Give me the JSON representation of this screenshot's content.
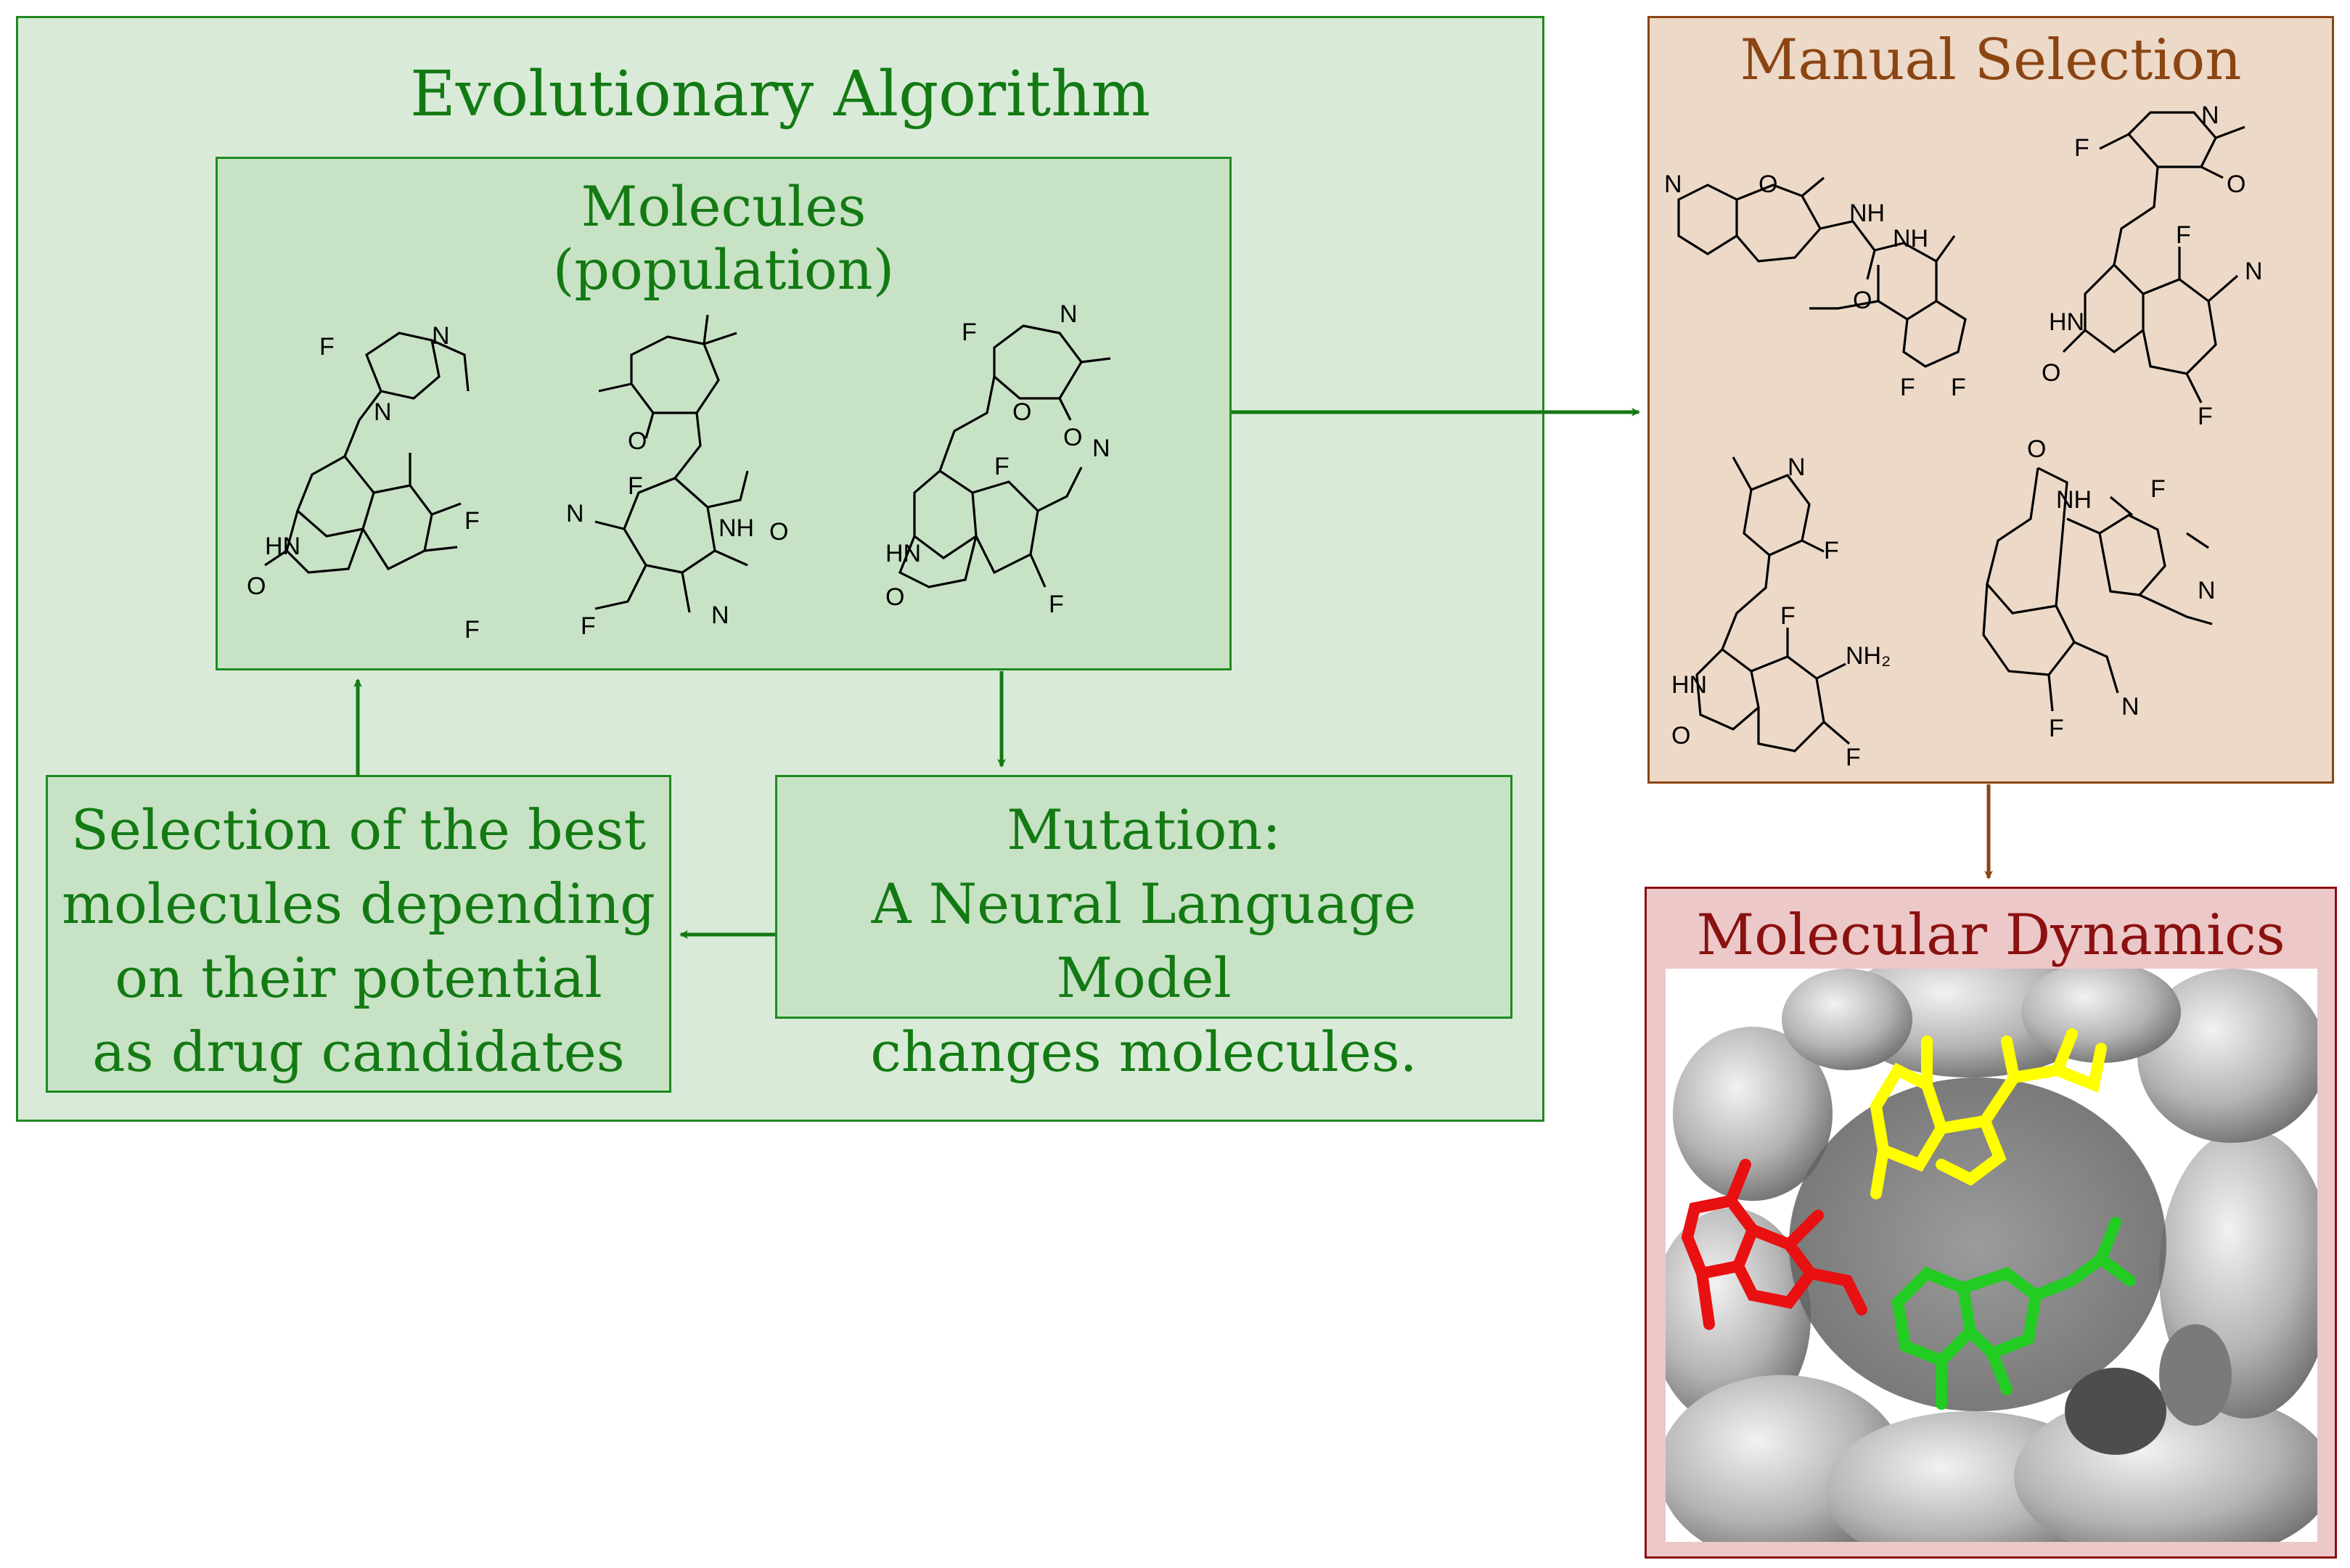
{
  "evolutionary_algorithm": {
    "title": "Evolutionary Algorithm",
    "molecules_box": {
      "title_line1": "Molecules",
      "title_line2": "(population)"
    },
    "selection_box": {
      "lines": [
        "Selection of the best",
        "molecules depending",
        "on their potential",
        "as drug candidates"
      ]
    },
    "mutation_box": {
      "lines": [
        "Mutation:",
        "A Neural Language Model",
        "changes molecules."
      ]
    }
  },
  "manual_selection": {
    "title": "Manual Selection"
  },
  "molecular_dynamics": {
    "title": "Molecular Dynamics",
    "ligand_colors": [
      "#ffff00",
      "#e81010",
      "#22cc22"
    ]
  },
  "atom_labels": {
    "F": "F",
    "N": "N",
    "O": "O",
    "HN": "HN",
    "NH": "NH",
    "NH2": "NH₂"
  },
  "colors": {
    "evo_fill": "#d9ebd8",
    "evo_stroke": "#1f8a1f",
    "manual_fill": "#ecd9c8",
    "manual_stroke": "#8b4513",
    "md_fill": "#ecc8c8",
    "md_stroke": "#8b1010"
  }
}
